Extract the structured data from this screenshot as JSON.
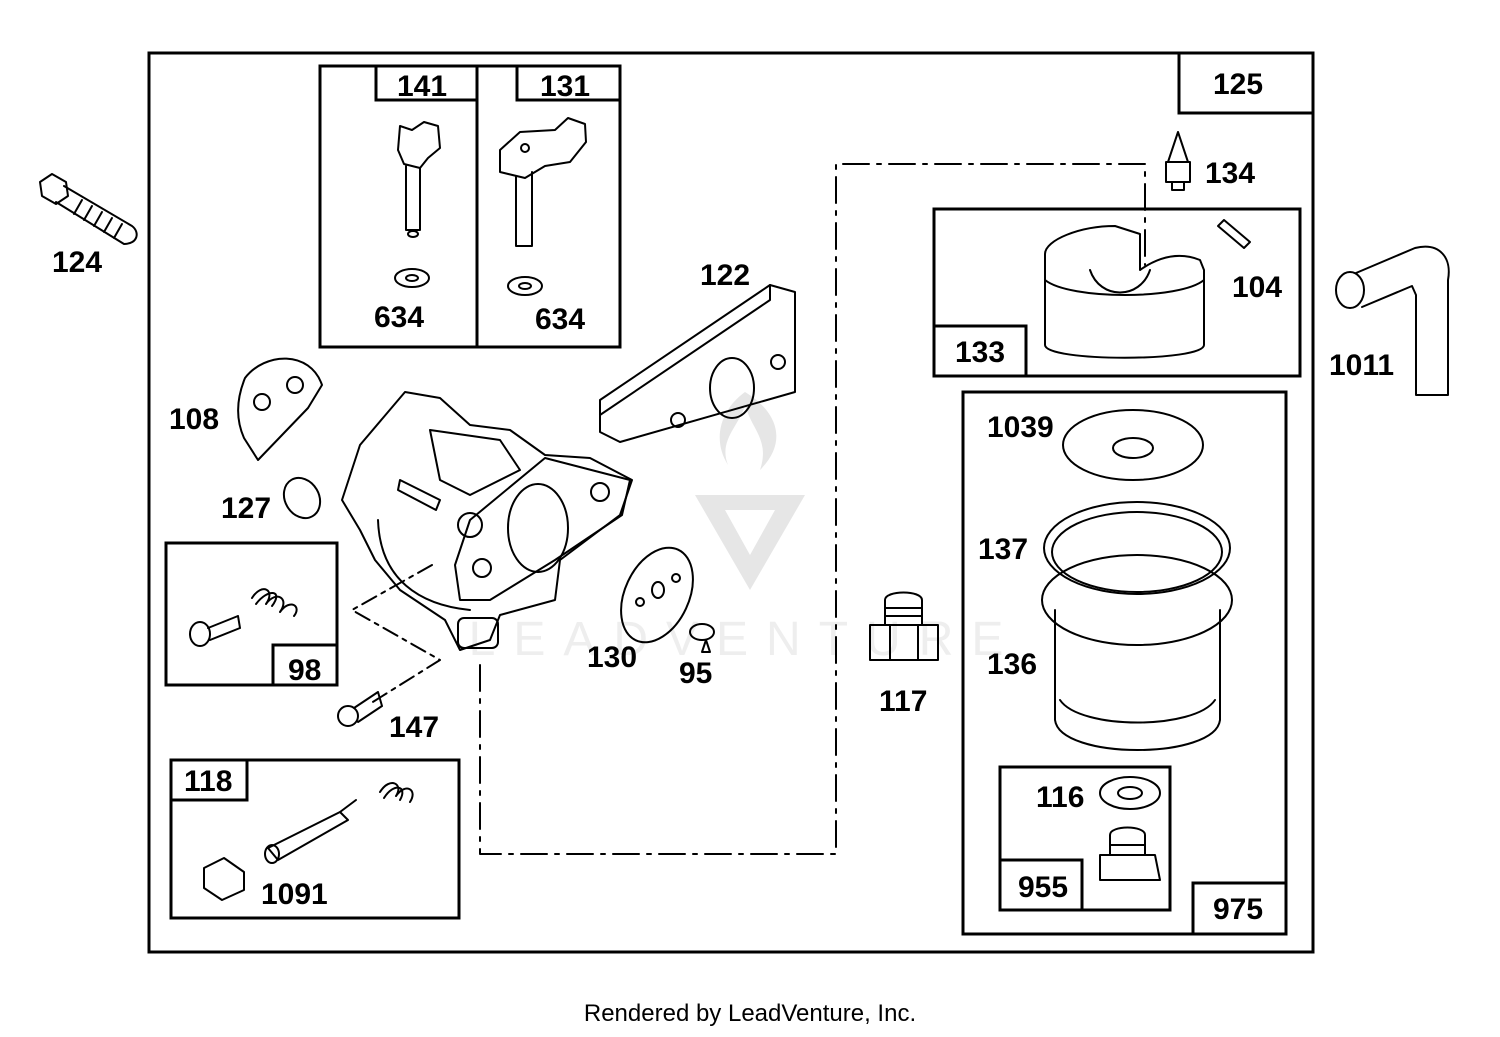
{
  "diagram": {
    "watermark": "LEADVENTURE",
    "credit": "Rendered by LeadVenture, Inc.",
    "callouts": {
      "c124": "124",
      "c141": "141",
      "c131": "131",
      "c634a": "634",
      "c634b": "634",
      "c122": "122",
      "c125": "125",
      "c134": "134",
      "c104": "104",
      "c133": "133",
      "c1011": "1011",
      "c108": "108",
      "c127": "127",
      "c98": "98",
      "c147": "147",
      "c130": "130",
      "c95": "95",
      "c117": "117",
      "c1039": "1039",
      "c137": "137",
      "c136": "136",
      "c118": "118",
      "c1091": "1091",
      "c116": "116",
      "c955": "955",
      "c975": "975"
    }
  }
}
